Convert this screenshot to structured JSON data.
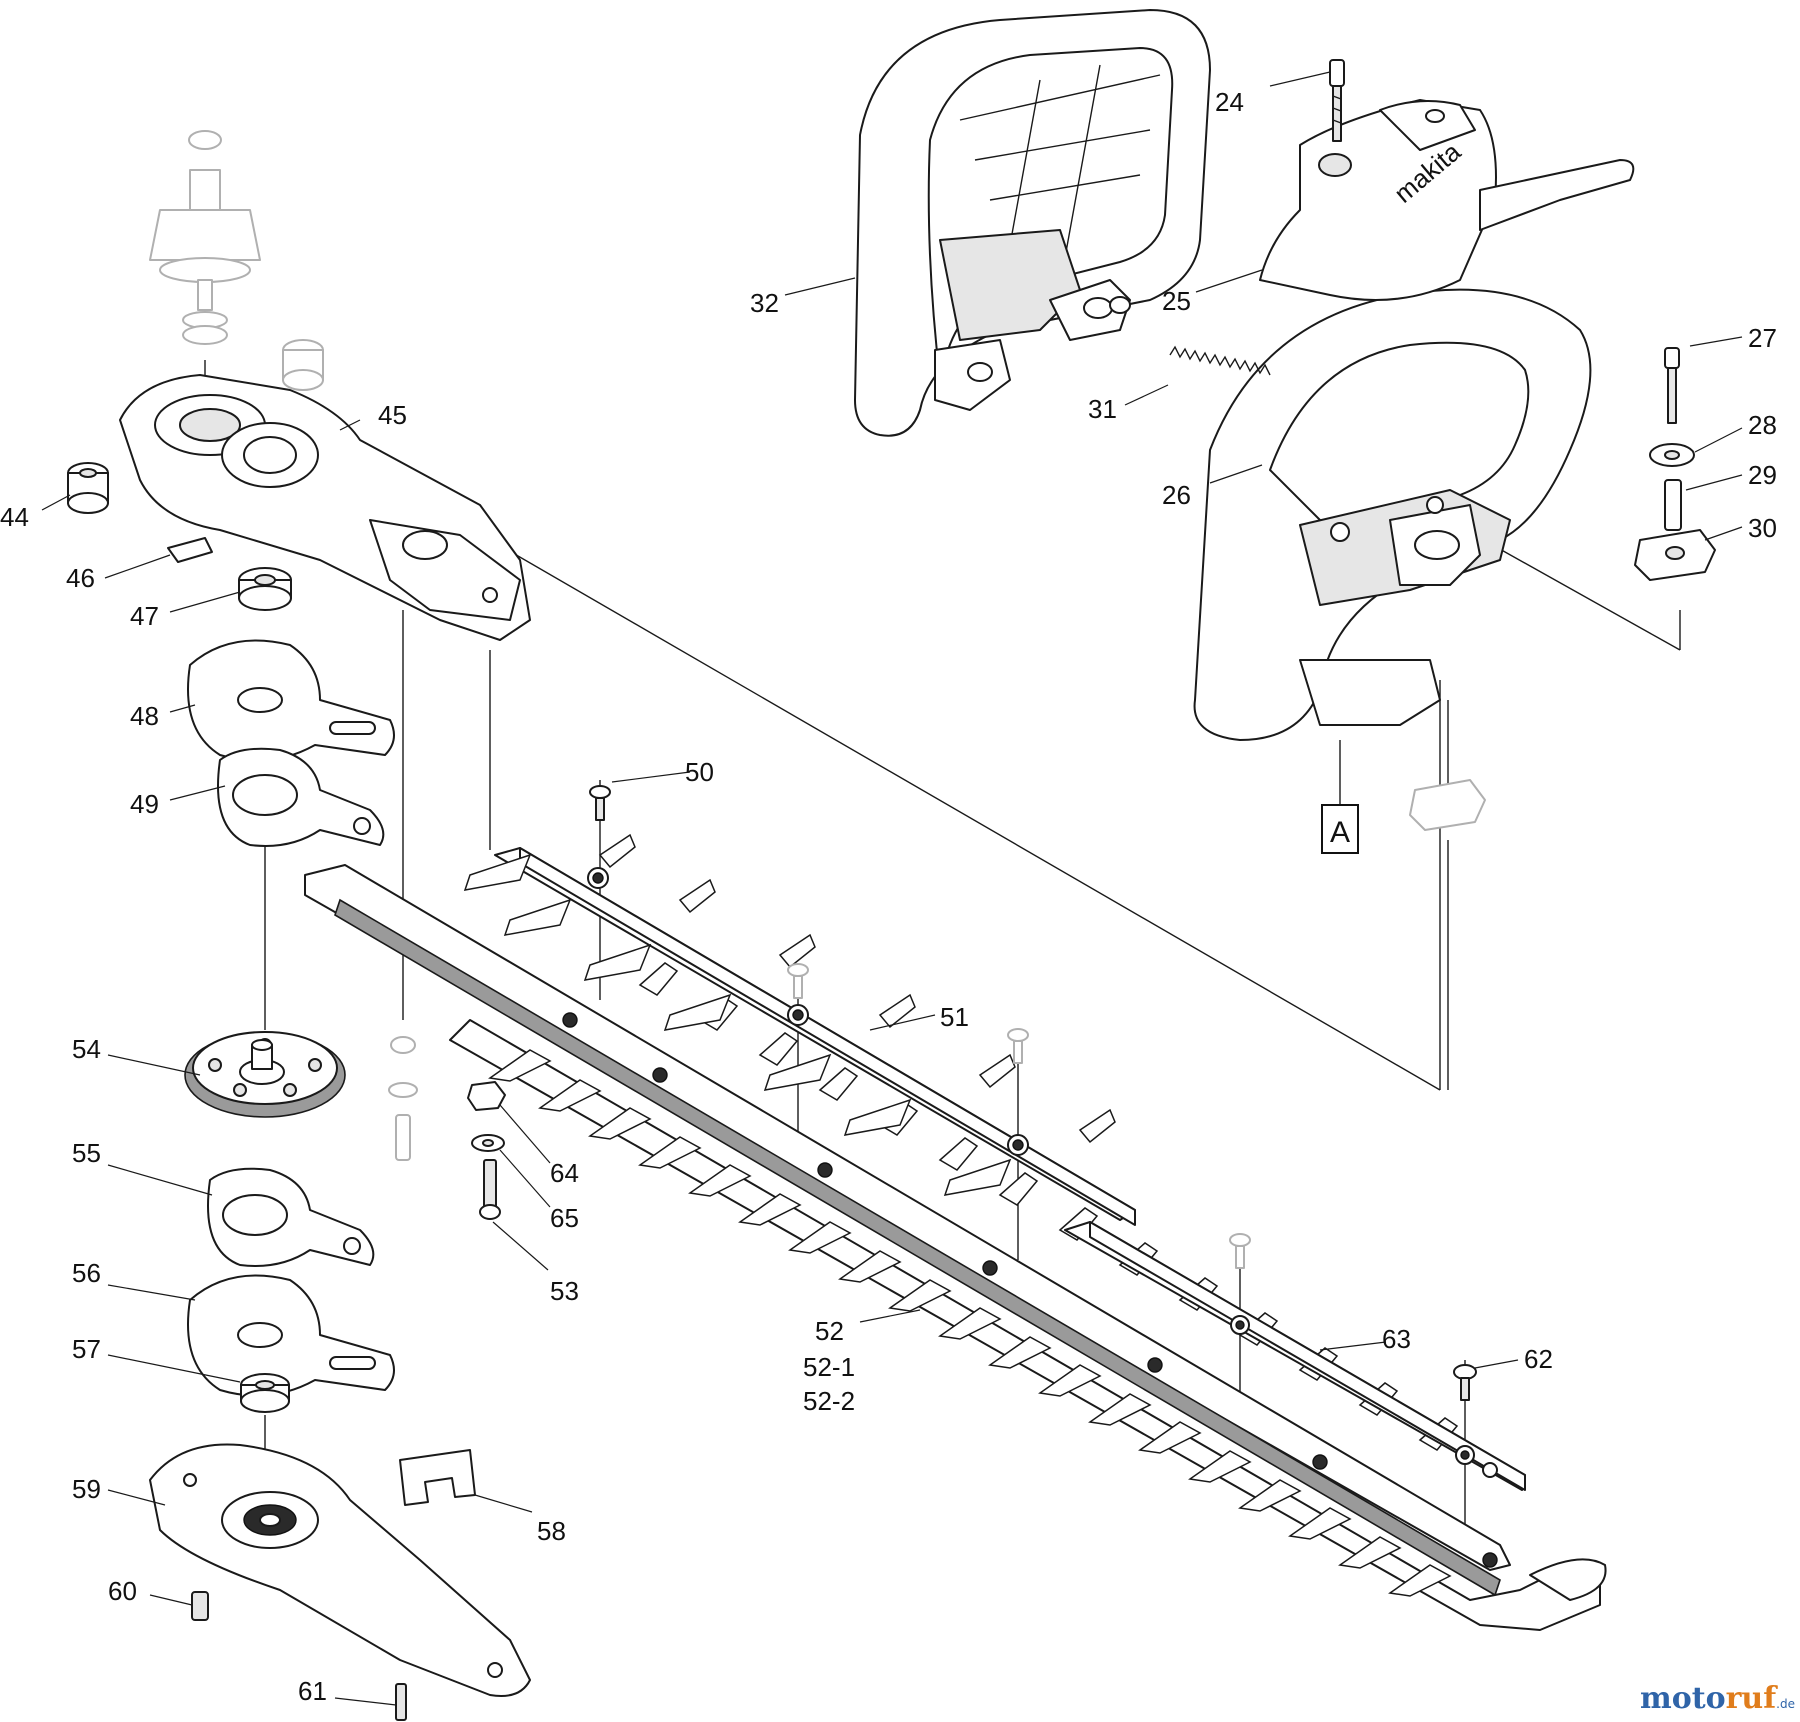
{
  "parts": {
    "p24": "24",
    "p25": "25",
    "p26": "26",
    "p27": "27",
    "p28": "28",
    "p29": "29",
    "p30": "30",
    "p31": "31",
    "p32": "32",
    "p44": "44",
    "p45": "45",
    "p46": "46",
    "p47": "47",
    "p48": "48",
    "p49": "49",
    "p50": "50",
    "p51": "51",
    "p52": "52",
    "p52_1": "52-1",
    "p52_2": "52-2",
    "p53": "53",
    "p54": "54",
    "p55": "55",
    "p56": "56",
    "p57": "57",
    "p58": "58",
    "p59": "59",
    "p60": "60",
    "p61": "61",
    "p62": "62",
    "p63": "63",
    "p64": "64",
    "p65": "65"
  },
  "reference_box": "A",
  "watermark": {
    "part1": "moto",
    "part2": "ruf",
    "suffix": ".de"
  }
}
